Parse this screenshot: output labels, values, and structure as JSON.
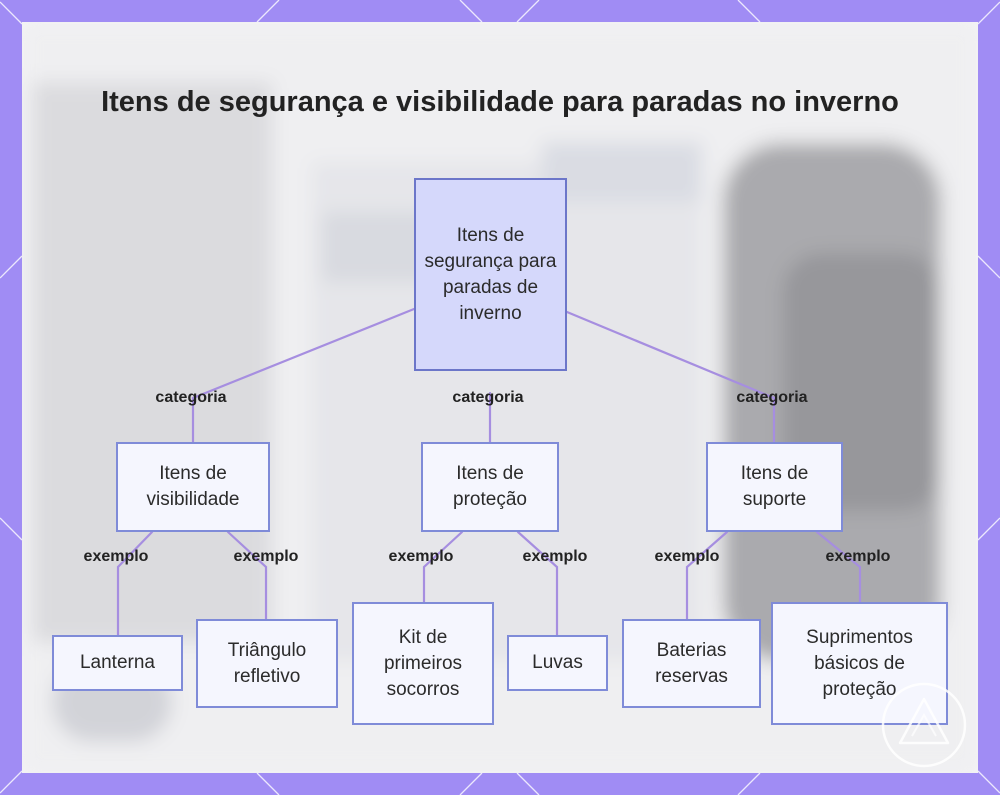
{
  "title": "Itens de segurança e visibilidade para paradas no inverno",
  "root": {
    "label": "Itens de segurança para paradas de inverno"
  },
  "categories": [
    {
      "label": "Itens de visibilidade",
      "edge_label": "categoria",
      "examples": [
        {
          "label": "Lanterna",
          "edge_label": "exemplo"
        },
        {
          "label": "Triângulo refletivo",
          "edge_label": "exemplo"
        }
      ]
    },
    {
      "label": "Itens de proteção",
      "edge_label": "categoria",
      "examples": [
        {
          "label": "Kit de primeiros socorros",
          "edge_label": "exemplo"
        },
        {
          "label": "Luvas",
          "edge_label": "exemplo"
        }
      ]
    },
    {
      "label": "Itens de suporte",
      "edge_label": "categoria",
      "examples": [
        {
          "label": "Baterias reservas",
          "edge_label": "exemplo"
        },
        {
          "label": "Suprimentos básicos de proteção",
          "edge_label": "exemplo"
        }
      ]
    }
  ],
  "colors": {
    "frame": "#a08cf4",
    "edge": "#a68ee0",
    "node_border": "#7f8bd8",
    "root_fill": "#d5d8fb",
    "node_fill": "#f5f6fe"
  },
  "badge_icon": "warning-triangle-icon"
}
